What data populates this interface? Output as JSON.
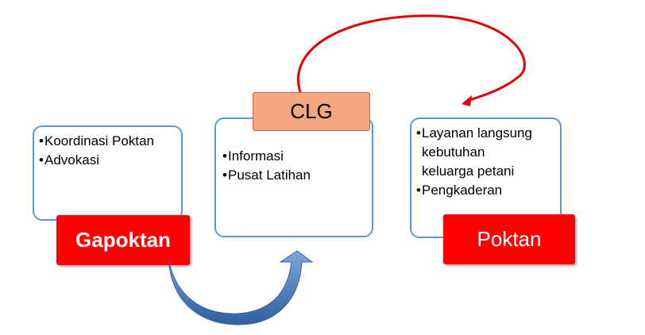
{
  "colors": {
    "box_border": "#5b9bd5",
    "label_red": "#ff0000",
    "clg_fill": "#f4a582",
    "red_curve": "#e00000",
    "blue_arrow": "#4472c4"
  },
  "left": {
    "items": [
      "Koordinasi Poktan",
      "Advokasi"
    ],
    "label": "Gapoktan"
  },
  "middle": {
    "title": "CLG",
    "items": [
      "Informasi",
      "Pusat Latihan"
    ]
  },
  "right": {
    "items": [
      {
        "lines": [
          "Layanan langsung",
          "kebutuhan",
          "keluarga petani"
        ]
      },
      {
        "lines": [
          "Pengkaderan"
        ]
      }
    ],
    "label": "Poktan"
  }
}
